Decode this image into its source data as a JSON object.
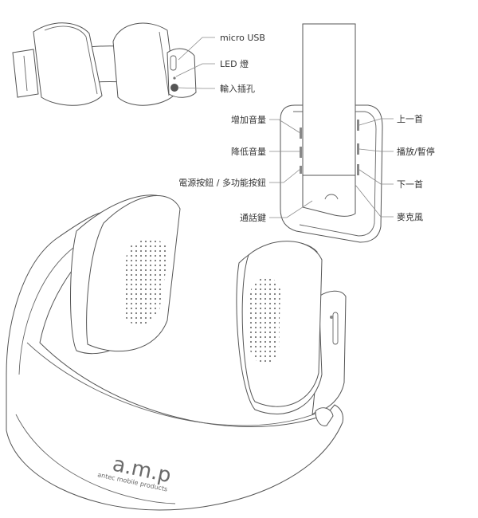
{
  "top_left_callouts": {
    "micro_usb": "micro USB",
    "led": "LED 燈",
    "input_jack": "輸入插孔"
  },
  "left_callouts": {
    "volume_up": "增加音量",
    "volume_down": "降低音量",
    "power_multi": "電源按鈕 / 多功能按鈕",
    "call": "通話鍵"
  },
  "right_callouts": {
    "previous": "上一首",
    "play_pause": "播放/暫停",
    "next": "下一首",
    "microphone": "麥克風"
  },
  "brand": {
    "logo": "a.m.p",
    "tagline": "antec mobile products"
  }
}
